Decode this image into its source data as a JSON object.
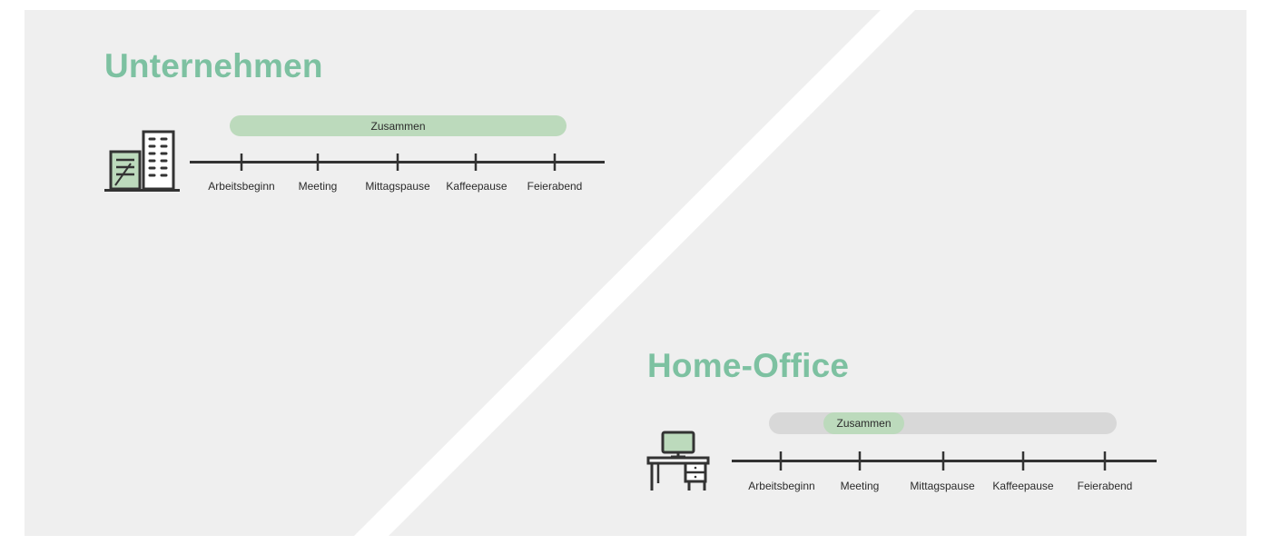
{
  "colors": {
    "background_panel": "#efefef",
    "divider": "#ffffff",
    "accent_green": "#7dc1a1",
    "bar_green": "#bcdabc",
    "bar_grey": "#d8d8d8",
    "line_dark": "#333333"
  },
  "company": {
    "title": "Unternehmen",
    "icon": "office-building-icon",
    "bar_label": "Zusammen",
    "milestones": [
      "Arbeitsbeginn",
      "Meeting",
      "Mittagspause",
      "Kaffeepause",
      "Feierabend"
    ]
  },
  "home_office": {
    "title": "Home-Office",
    "icon": "desk-computer-icon",
    "bar_label": "Zusammen",
    "milestones": [
      "Arbeitsbeginn",
      "Meeting",
      "Mittagspause",
      "Kaffeepause",
      "Feierabend"
    ]
  }
}
